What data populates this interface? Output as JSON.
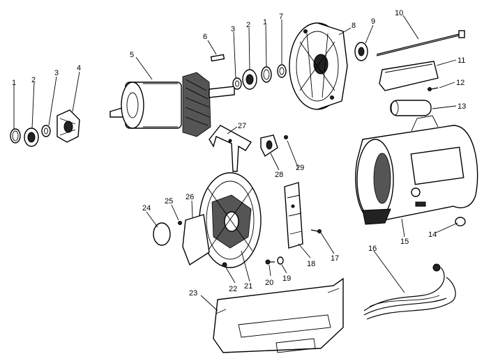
{
  "diagram": {
    "labels": [
      {
        "id": "l1a",
        "text": "1"
      },
      {
        "id": "l2a",
        "text": "2"
      },
      {
        "id": "l3a",
        "text": "3"
      },
      {
        "id": "l4a",
        "text": "4"
      },
      {
        "id": "l5",
        "text": "5"
      },
      {
        "id": "l6",
        "text": "6"
      },
      {
        "id": "l3b",
        "text": "3"
      },
      {
        "id": "l2b",
        "text": "2"
      },
      {
        "id": "l1b",
        "text": "1"
      },
      {
        "id": "l7",
        "text": "7"
      },
      {
        "id": "l8",
        "text": "8"
      },
      {
        "id": "l9",
        "text": "9"
      },
      {
        "id": "l10",
        "text": "10"
      },
      {
        "id": "l11",
        "text": "11"
      },
      {
        "id": "l12",
        "text": "12"
      },
      {
        "id": "l13",
        "text": "13"
      },
      {
        "id": "l14",
        "text": "14"
      },
      {
        "id": "l15",
        "text": "15"
      },
      {
        "id": "l16",
        "text": "16"
      },
      {
        "id": "l17",
        "text": "17"
      },
      {
        "id": "l18",
        "text": "18"
      },
      {
        "id": "l19",
        "text": "19"
      },
      {
        "id": "l20",
        "text": "20"
      },
      {
        "id": "l21",
        "text": "21"
      },
      {
        "id": "l22",
        "text": "22"
      },
      {
        "id": "l23",
        "text": "23"
      },
      {
        "id": "l24",
        "text": "24"
      },
      {
        "id": "l25",
        "text": "25"
      },
      {
        "id": "l26",
        "text": "26"
      },
      {
        "id": "l27",
        "text": "27"
      },
      {
        "id": "l28",
        "text": "28"
      },
      {
        "id": "l29",
        "text": "29"
      }
    ]
  }
}
